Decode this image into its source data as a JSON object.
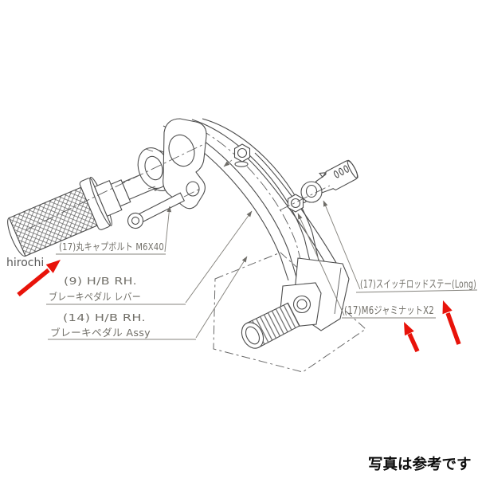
{
  "colors": {
    "background": "#ffffff",
    "drawing_line": "#4d4d4d",
    "label_text": "#716f68",
    "leader_line": "#85837d",
    "red_arrow": "#e8130a",
    "watermark_text": "#585858",
    "caption_text": "#0d0d0d"
  },
  "watermark": {
    "text": "hirochi"
  },
  "caption": {
    "text": "写真は参考です"
  },
  "labels": {
    "cap_bolt": {
      "text": "(17)丸キャプボルト M6X40"
    },
    "brake_pedal_lever": {
      "line1": "(9) H/B RH.",
      "line2": "ブレーキペダル レバー"
    },
    "brake_pedal_assy": {
      "line1": "(14) H/B RH.",
      "line2": "ブレーキペダル Assy"
    },
    "switch_rod_stay": {
      "text": "(17)スイッチロッドステー(Long)"
    },
    "jam_nut": {
      "text": "(17)M6ジャミナットX2"
    }
  },
  "annotations": {
    "red_arrow_count": 3
  }
}
